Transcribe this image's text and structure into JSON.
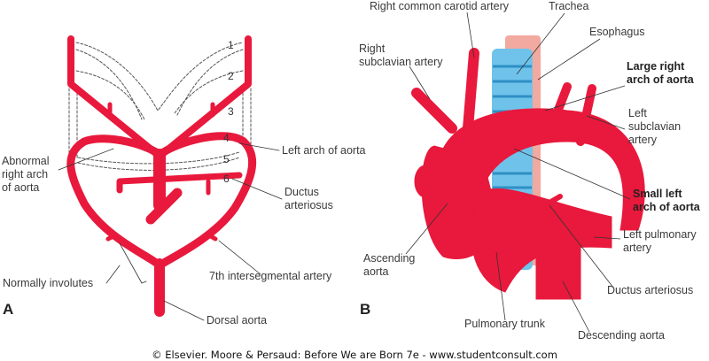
{
  "panel_a": {
    "letter": "A",
    "arch_numbers": [
      "1",
      "2",
      "3",
      "4",
      "5",
      "6"
    ],
    "labels": {
      "abnormal_right_arch": [
        "Abnormal",
        "right arch",
        "of aorta"
      ],
      "left_arch": "Left arch of aorta",
      "ductus": [
        "Ductus",
        "arteriosus"
      ],
      "normally_involutes": "Normally involutes",
      "intersegmental": "7th intersegmental artery",
      "dorsal_aorta": "Dorsal aorta"
    }
  },
  "panel_b": {
    "letter": "B",
    "labels": {
      "right_common_carotid": "Right common carotid artery",
      "trachea": "Trachea",
      "esophagus": "Esophagus",
      "right_subclavian": [
        "Right",
        "subclavian artery"
      ],
      "large_right_arch": [
        "Large right",
        "arch of aorta"
      ],
      "left_subclavian": [
        "Left",
        "subclavian",
        "artery"
      ],
      "small_left_arch": [
        "Small left",
        "arch of aorta"
      ],
      "left_pulmonary": [
        "Left pulmonary",
        "artery"
      ],
      "ascending_aorta": [
        "Ascending",
        "aorta"
      ],
      "ductus": "Ductus arteriosus",
      "pulmonary_trunk": "Pulmonary trunk",
      "descending_aorta": "Descending aorta"
    }
  },
  "footer": "© Elsevier. Moore & Persaud: Before We are Born 7e - www.studentconsult.com",
  "colors": {
    "artery": "#e8193c",
    "trachea": "#6fc3ea",
    "esophagus": "#f2a9a0"
  }
}
